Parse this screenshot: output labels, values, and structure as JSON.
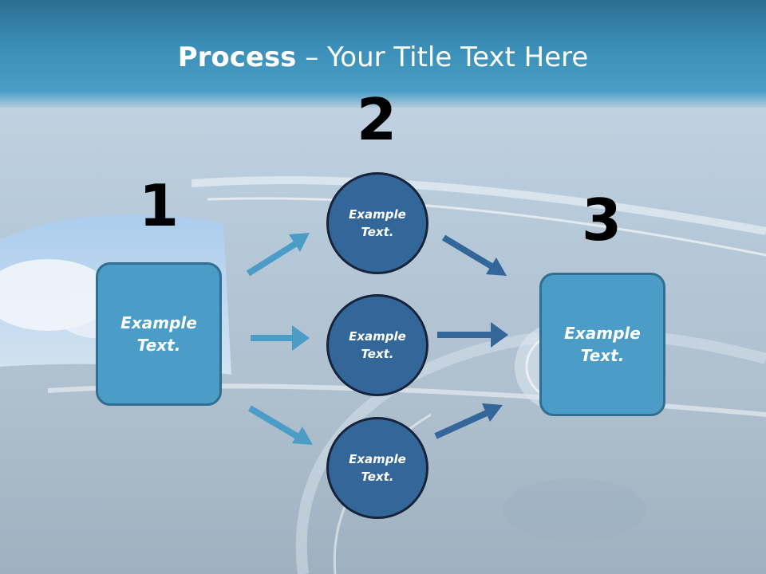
{
  "slide": {
    "title_bold": "Process",
    "title_rest": " – Your Title Text Here"
  },
  "steps": {
    "num1": "1",
    "num2": "2",
    "num3": "3"
  },
  "nodes": {
    "left_box": "Example Text.",
    "circle_top": "Example Text.",
    "circle_mid": "Example Text.",
    "circle_bottom": "Example Text.",
    "right_box": "Example Text."
  },
  "colors": {
    "box_fill": "#4b9cc6",
    "circle_fill": "#336699",
    "arrow_light": "#4b9cc6",
    "arrow_dark": "#336699",
    "title_band": "#3b8fb8"
  }
}
